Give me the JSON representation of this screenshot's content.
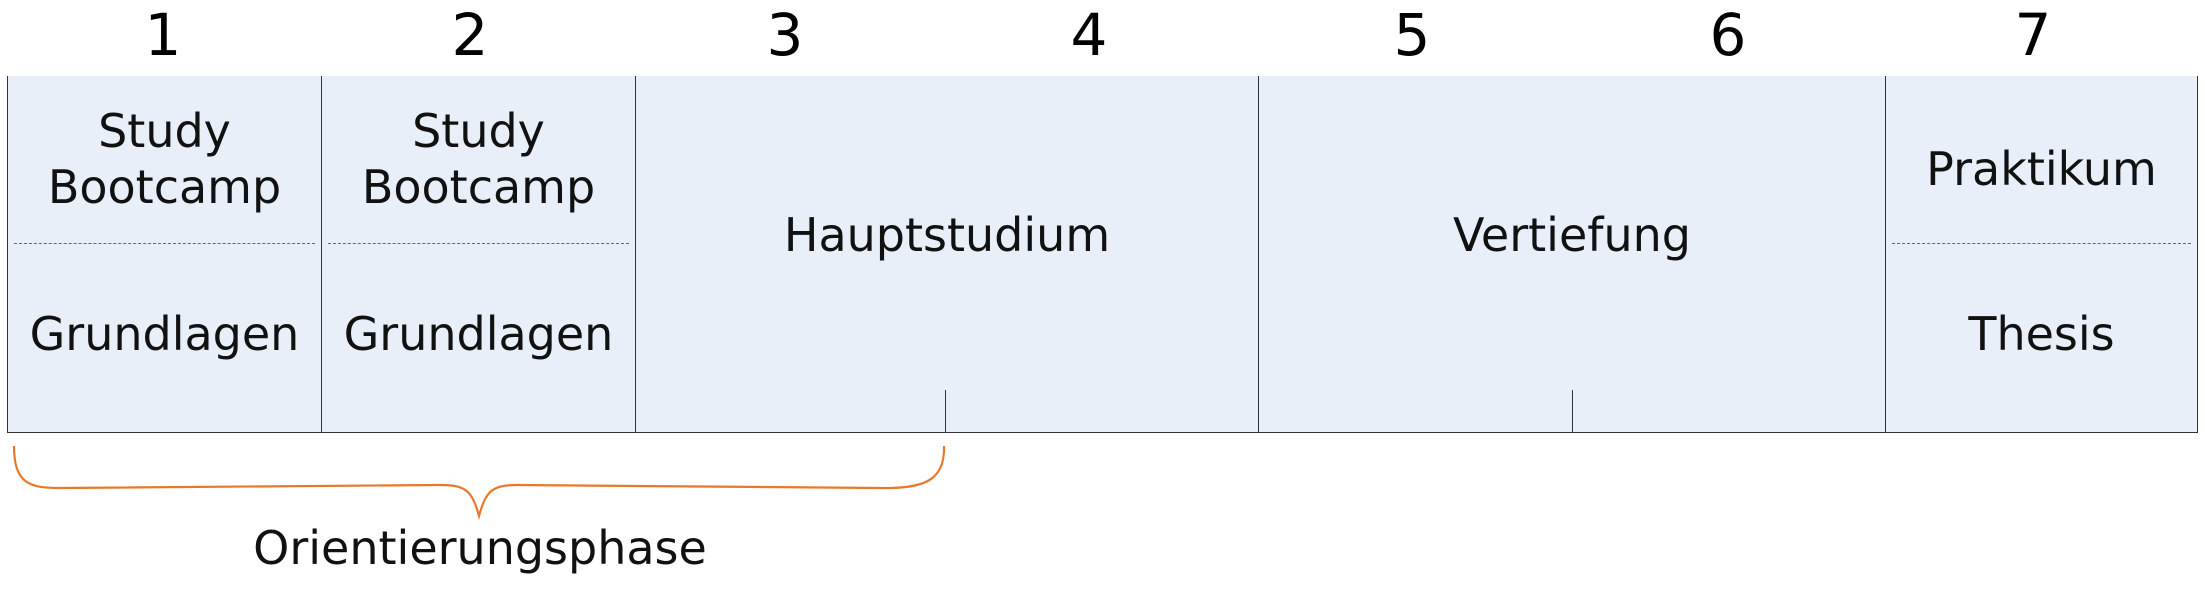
{
  "semester_numbers": [
    "1",
    "2",
    "3",
    "4",
    "5",
    "6",
    "7"
  ],
  "blocks": {
    "sem1": {
      "top": "Study\nBootcamp",
      "bottom": "Grundlagen"
    },
    "sem2": {
      "top": "Study\nBootcamp",
      "bottom": "Grundlagen"
    },
    "sem34": {
      "label": "Hauptstudium"
    },
    "sem56": {
      "label": "Vertiefung"
    },
    "sem7": {
      "top": "Praktikum",
      "bottom": "Thesis"
    }
  },
  "brace": {
    "label": "Orientierungsphase",
    "color": "#e8782a"
  },
  "colors": {
    "block_fill": "#e8eff8",
    "lines": "#333333",
    "dashed": "#666666"
  }
}
